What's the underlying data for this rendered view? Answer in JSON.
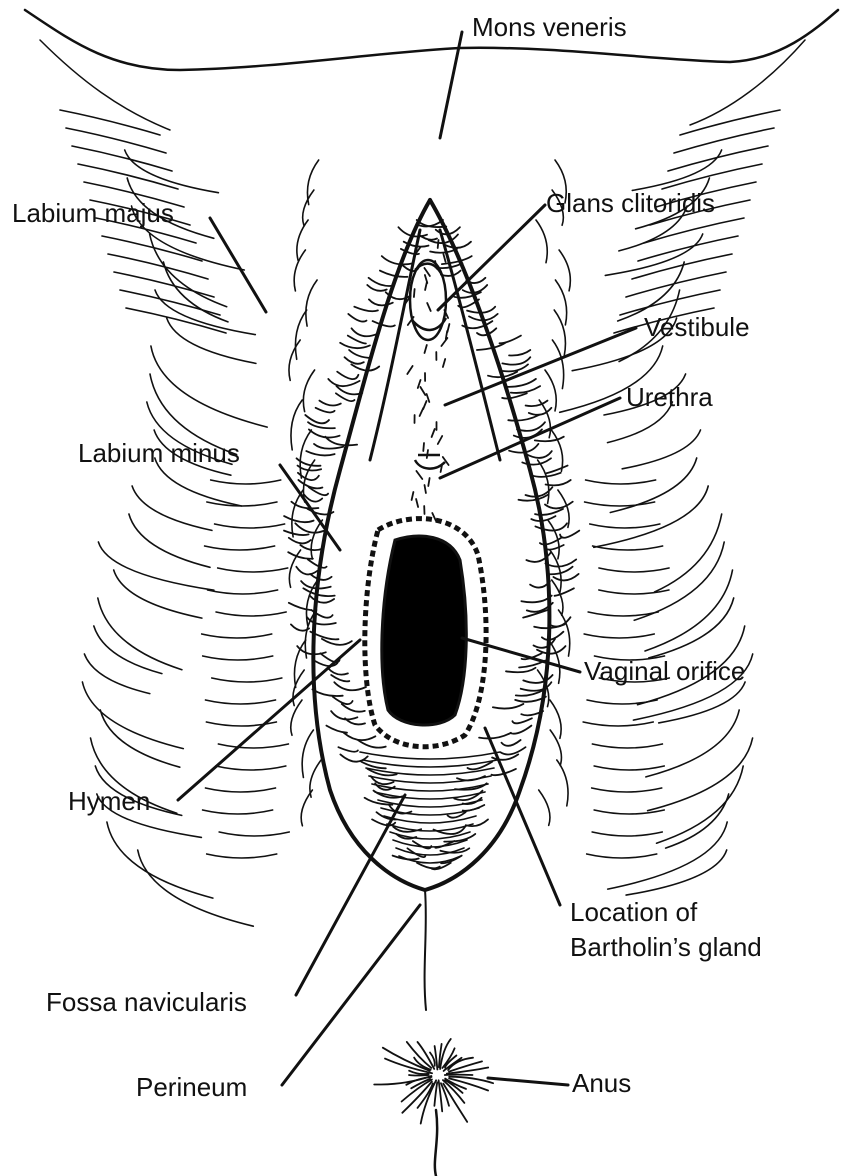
{
  "figure": {
    "labels": {
      "mons_veneris": "Mons veneris",
      "labium_majus": "Labium majus",
      "glans_clitoridis": "Glans clitoridis",
      "vestibule": "Vestibule",
      "urethra": "Urethra",
      "labium_minus": "Labium minus",
      "vaginal_orifice": "Vaginal orifice",
      "hymen": "Hymen",
      "bartholin_line1": "Location of",
      "bartholin_line2": "Bartholin’s gland",
      "fossa_navicularis": "Fossa navicularis",
      "perineum": "Perineum",
      "anus": "Anus"
    },
    "colors": {
      "ink": "#111111",
      "paper": "#ffffff"
    }
  }
}
